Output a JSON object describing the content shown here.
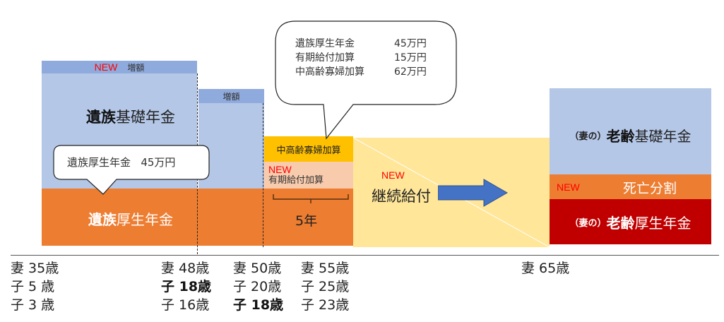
{
  "new_label": "NEW",
  "basic_pension": {
    "bold": "遺族",
    "rest": "基礎年金",
    "increase": "増額",
    "increase2": "増額"
  },
  "employee_pension": {
    "bold": "遺族",
    "rest": "厚生年金"
  },
  "callout_left": {
    "label": "遺族厚生年金",
    "amount": "45万円"
  },
  "callout_top": {
    "rows": [
      {
        "label": "遺族厚生年金",
        "amount": "45万円"
      },
      {
        "label": "有期給付加算",
        "amount": "15万円"
      },
      {
        "label": "中高齢寡婦加算",
        "amount": "62万円"
      }
    ]
  },
  "middle_widow": "中高齢寡婦加算",
  "fixed_term": "有期給付加算",
  "five_years": "5年",
  "continued": "継続給付",
  "right": {
    "wife": "（妻の）",
    "old_bold": "老齢",
    "basic_rest": "基礎年金",
    "split": "死亡分割",
    "emp_rest": "厚生年金"
  },
  "timeline": [
    [
      "妻 35歳",
      "子  5 歳",
      "子  3 歳"
    ],
    [
      "妻 48歳",
      "子 18歳",
      "子 16歳"
    ],
    [
      "妻 50歳",
      "子 20歳",
      "子 18歳"
    ],
    [
      "妻 55歳",
      "子 25歳",
      "子 23歳"
    ],
    [
      "妻 65歳"
    ]
  ],
  "colors": {
    "blue": "#b4c7e7",
    "blue_dark": "#8faadc",
    "orange": "#ed7d31",
    "gold": "#ffc000",
    "peach": "#f8cbad",
    "yellow": "#ffe699",
    "red": "#c00000",
    "arrow": "#4472c4"
  }
}
